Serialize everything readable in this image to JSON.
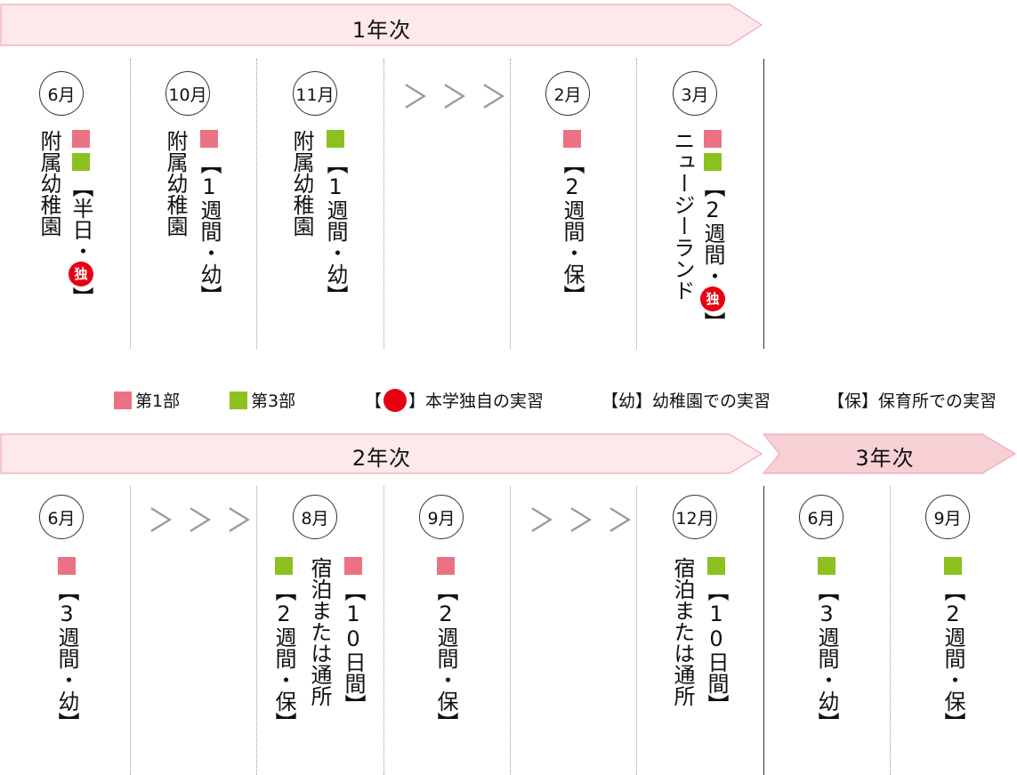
{
  "banners": {
    "year1": "1年次",
    "year2": "2年次",
    "year3": "3年次"
  },
  "legend": {
    "part1": "第1部",
    "part3": "第3部",
    "own_open": "【",
    "own_close": "】本学独自の実習",
    "kinder": "【幼】幼稚園での実習",
    "nursery": "【保】保育所での実習"
  },
  "colors": {
    "part1": "#ec7283",
    "part3": "#8cc11f",
    "own": "#e60012",
    "banner": "#fde8ea"
  },
  "year1": [
    {
      "month": "6月",
      "label": "附属幼稚園",
      "detail": "【半日・",
      "dok": "独",
      "close": "】",
      "parts": [
        "part1",
        "part3"
      ]
    },
    {
      "month": "10月",
      "label": "附属幼稚園",
      "detail": "【1週間・幼】",
      "parts": [
        "part1"
      ]
    },
    {
      "month": "11月",
      "label": "附属幼稚園",
      "detail": "【1週間・幼】",
      "parts": [
        "part3"
      ]
    },
    {
      "chevron": "＞＞＞"
    },
    {
      "month": "2月",
      "detail": "【2週間・保】",
      "parts": [
        "part1"
      ]
    },
    {
      "month": "3月",
      "label": "ニュージーランド",
      "detail": "【2週間・",
      "dok": "独",
      "close": "】",
      "parts": [
        "part1",
        "part3"
      ]
    }
  ],
  "year2": [
    {
      "month": "6月",
      "detail": "【3週間・幼】",
      "parts": [
        "part1"
      ]
    },
    {
      "chevron": "＞＞＞"
    },
    {
      "month": "8月",
      "label": "宿泊または通所",
      "detail_a": "【10日間】",
      "detail_b": "【2週間・保】",
      "parts": [
        "part1",
        "part3"
      ]
    },
    {
      "month": "9月",
      "detail": "【2週間・保】",
      "parts": [
        "part1"
      ]
    },
    {
      "chevron": "＞＞＞"
    },
    {
      "month": "12月",
      "label": "宿泊または通所",
      "detail": "【10日間】",
      "parts": [
        "part3"
      ]
    }
  ],
  "year3": [
    {
      "month": "6月",
      "detail": "【3週間・幼】",
      "parts": [
        "part3"
      ]
    },
    {
      "month": "9月",
      "detail": "【2週間・保】",
      "parts": [
        "part3"
      ]
    }
  ]
}
